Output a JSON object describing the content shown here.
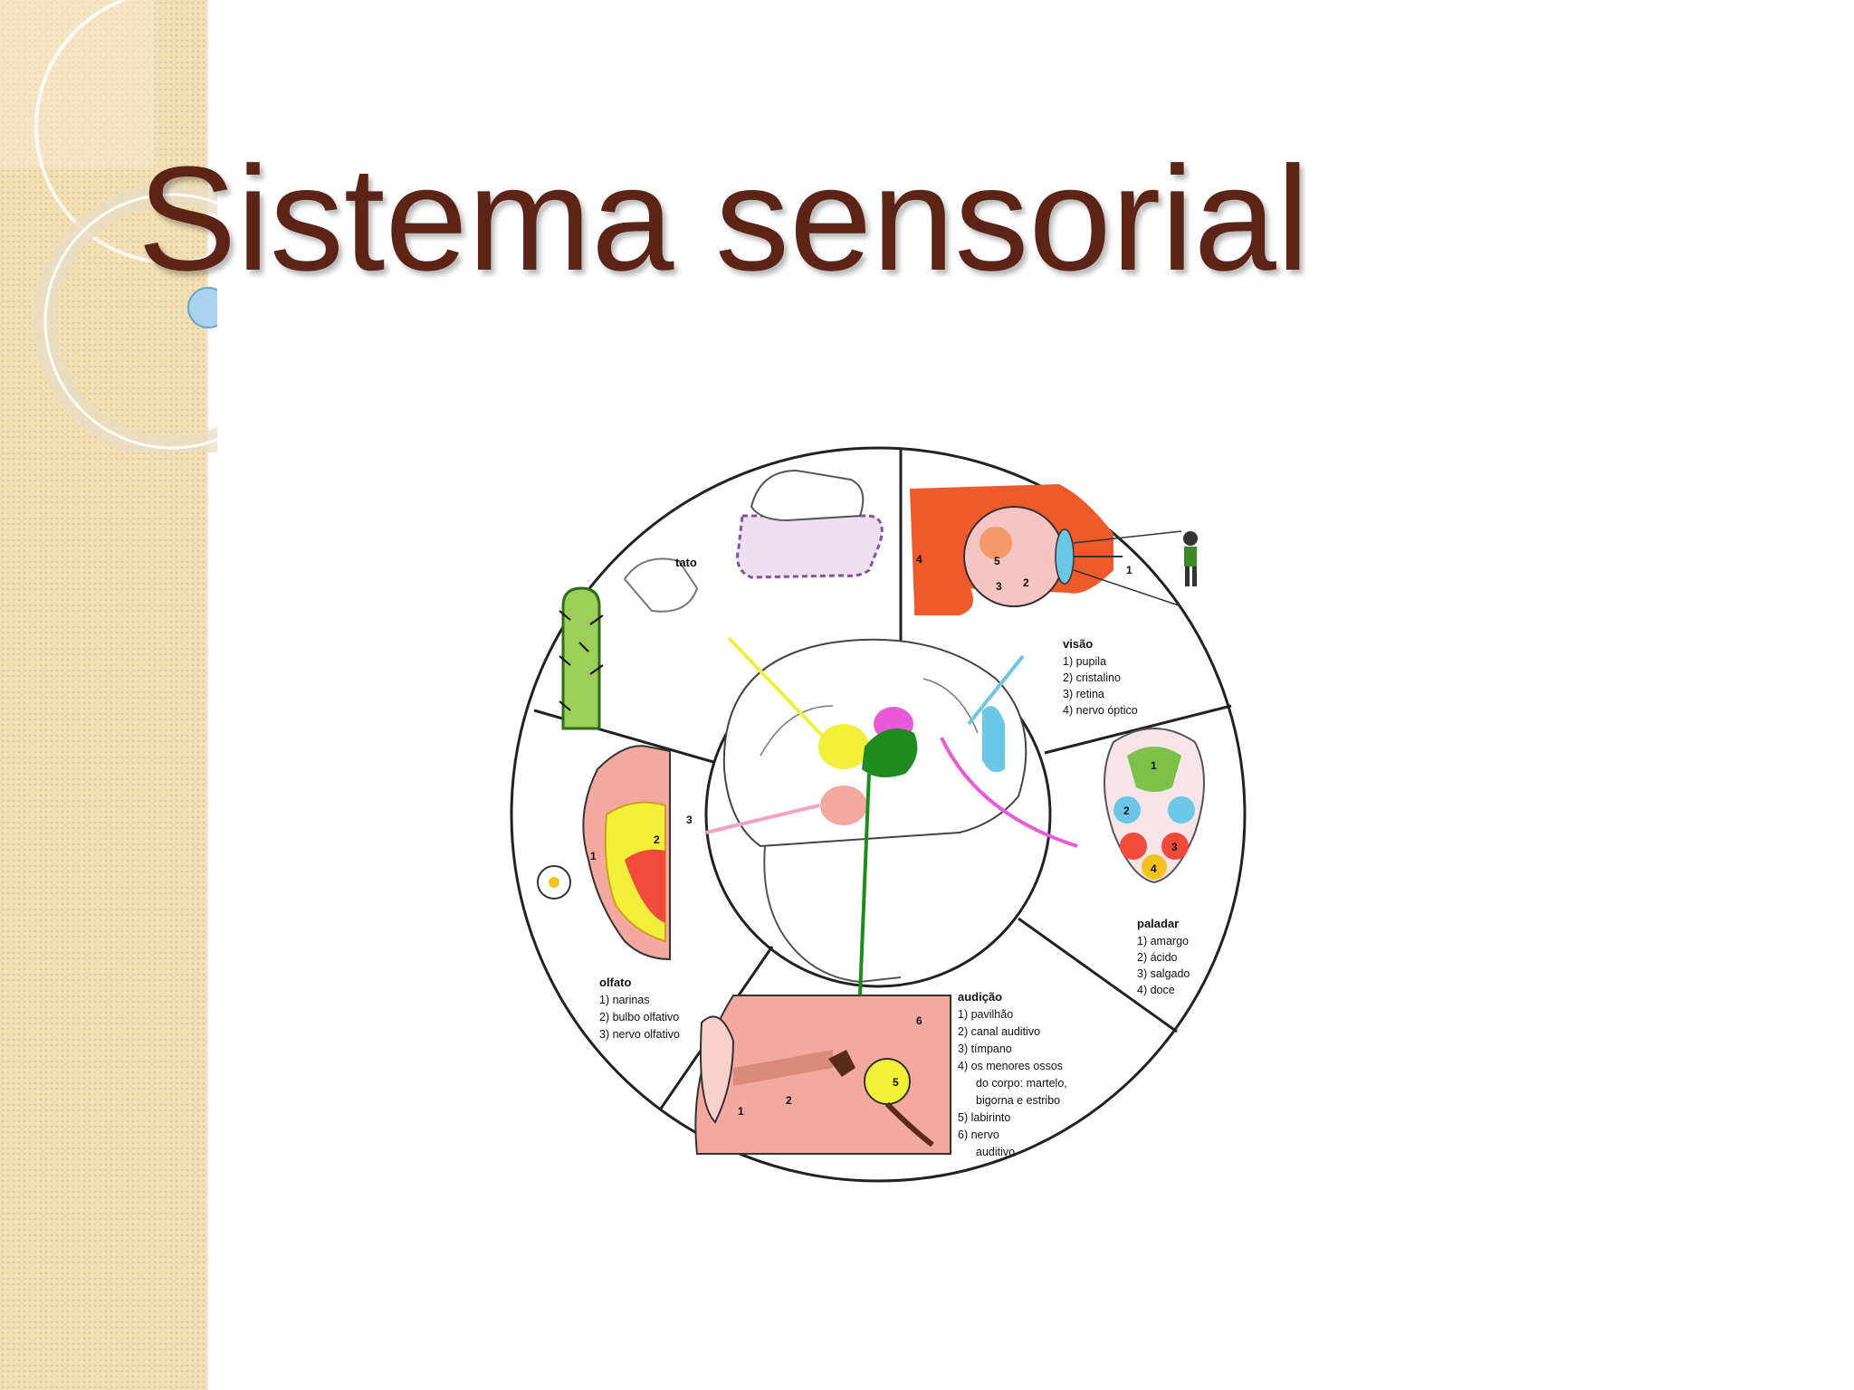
{
  "slide": {
    "title": "Sistema sensorial"
  },
  "diagram": {
    "senses": {
      "tato": {
        "heading": "tato"
      },
      "visao": {
        "heading": "visão",
        "items": [
          "1) pupila",
          "2) cristalino",
          "3) retina",
          "4) nervo óptico"
        ]
      },
      "paladar": {
        "heading": "paladar",
        "items": [
          "1) amargo",
          "2) ácido",
          "3) salgado",
          "4) doce"
        ]
      },
      "audicao": {
        "heading": "audição",
        "items": [
          "1) pavilhão",
          "2) canal auditivo",
          "3) tímpano",
          "4) os menores ossos",
          "do corpo: martelo,",
          "bigorna e estribo",
          "5) labirinto",
          "6) nervo",
          "auditivo"
        ]
      },
      "olfato": {
        "heading": "olfato",
        "items": [
          "1) narinas",
          "2) bulbo olfativo",
          "3) nervo olfativo"
        ]
      }
    },
    "numbers": {
      "eye": [
        "1",
        "2",
        "3",
        "4",
        "5"
      ],
      "olfato": [
        "1",
        "2",
        "3"
      ],
      "audicao": [
        "1",
        "2",
        "5",
        "6"
      ],
      "tongue": [
        "1",
        "2",
        "3",
        "4"
      ]
    },
    "colors": {
      "tato": "#f2ef3a",
      "visao": "#6cc6e6",
      "paladar": "#f39ab8",
      "audicao": "#1f8a1f",
      "olfato": "#f2a2c4",
      "paladar_area": "#e85ad8",
      "title": "#5c2317"
    }
  }
}
